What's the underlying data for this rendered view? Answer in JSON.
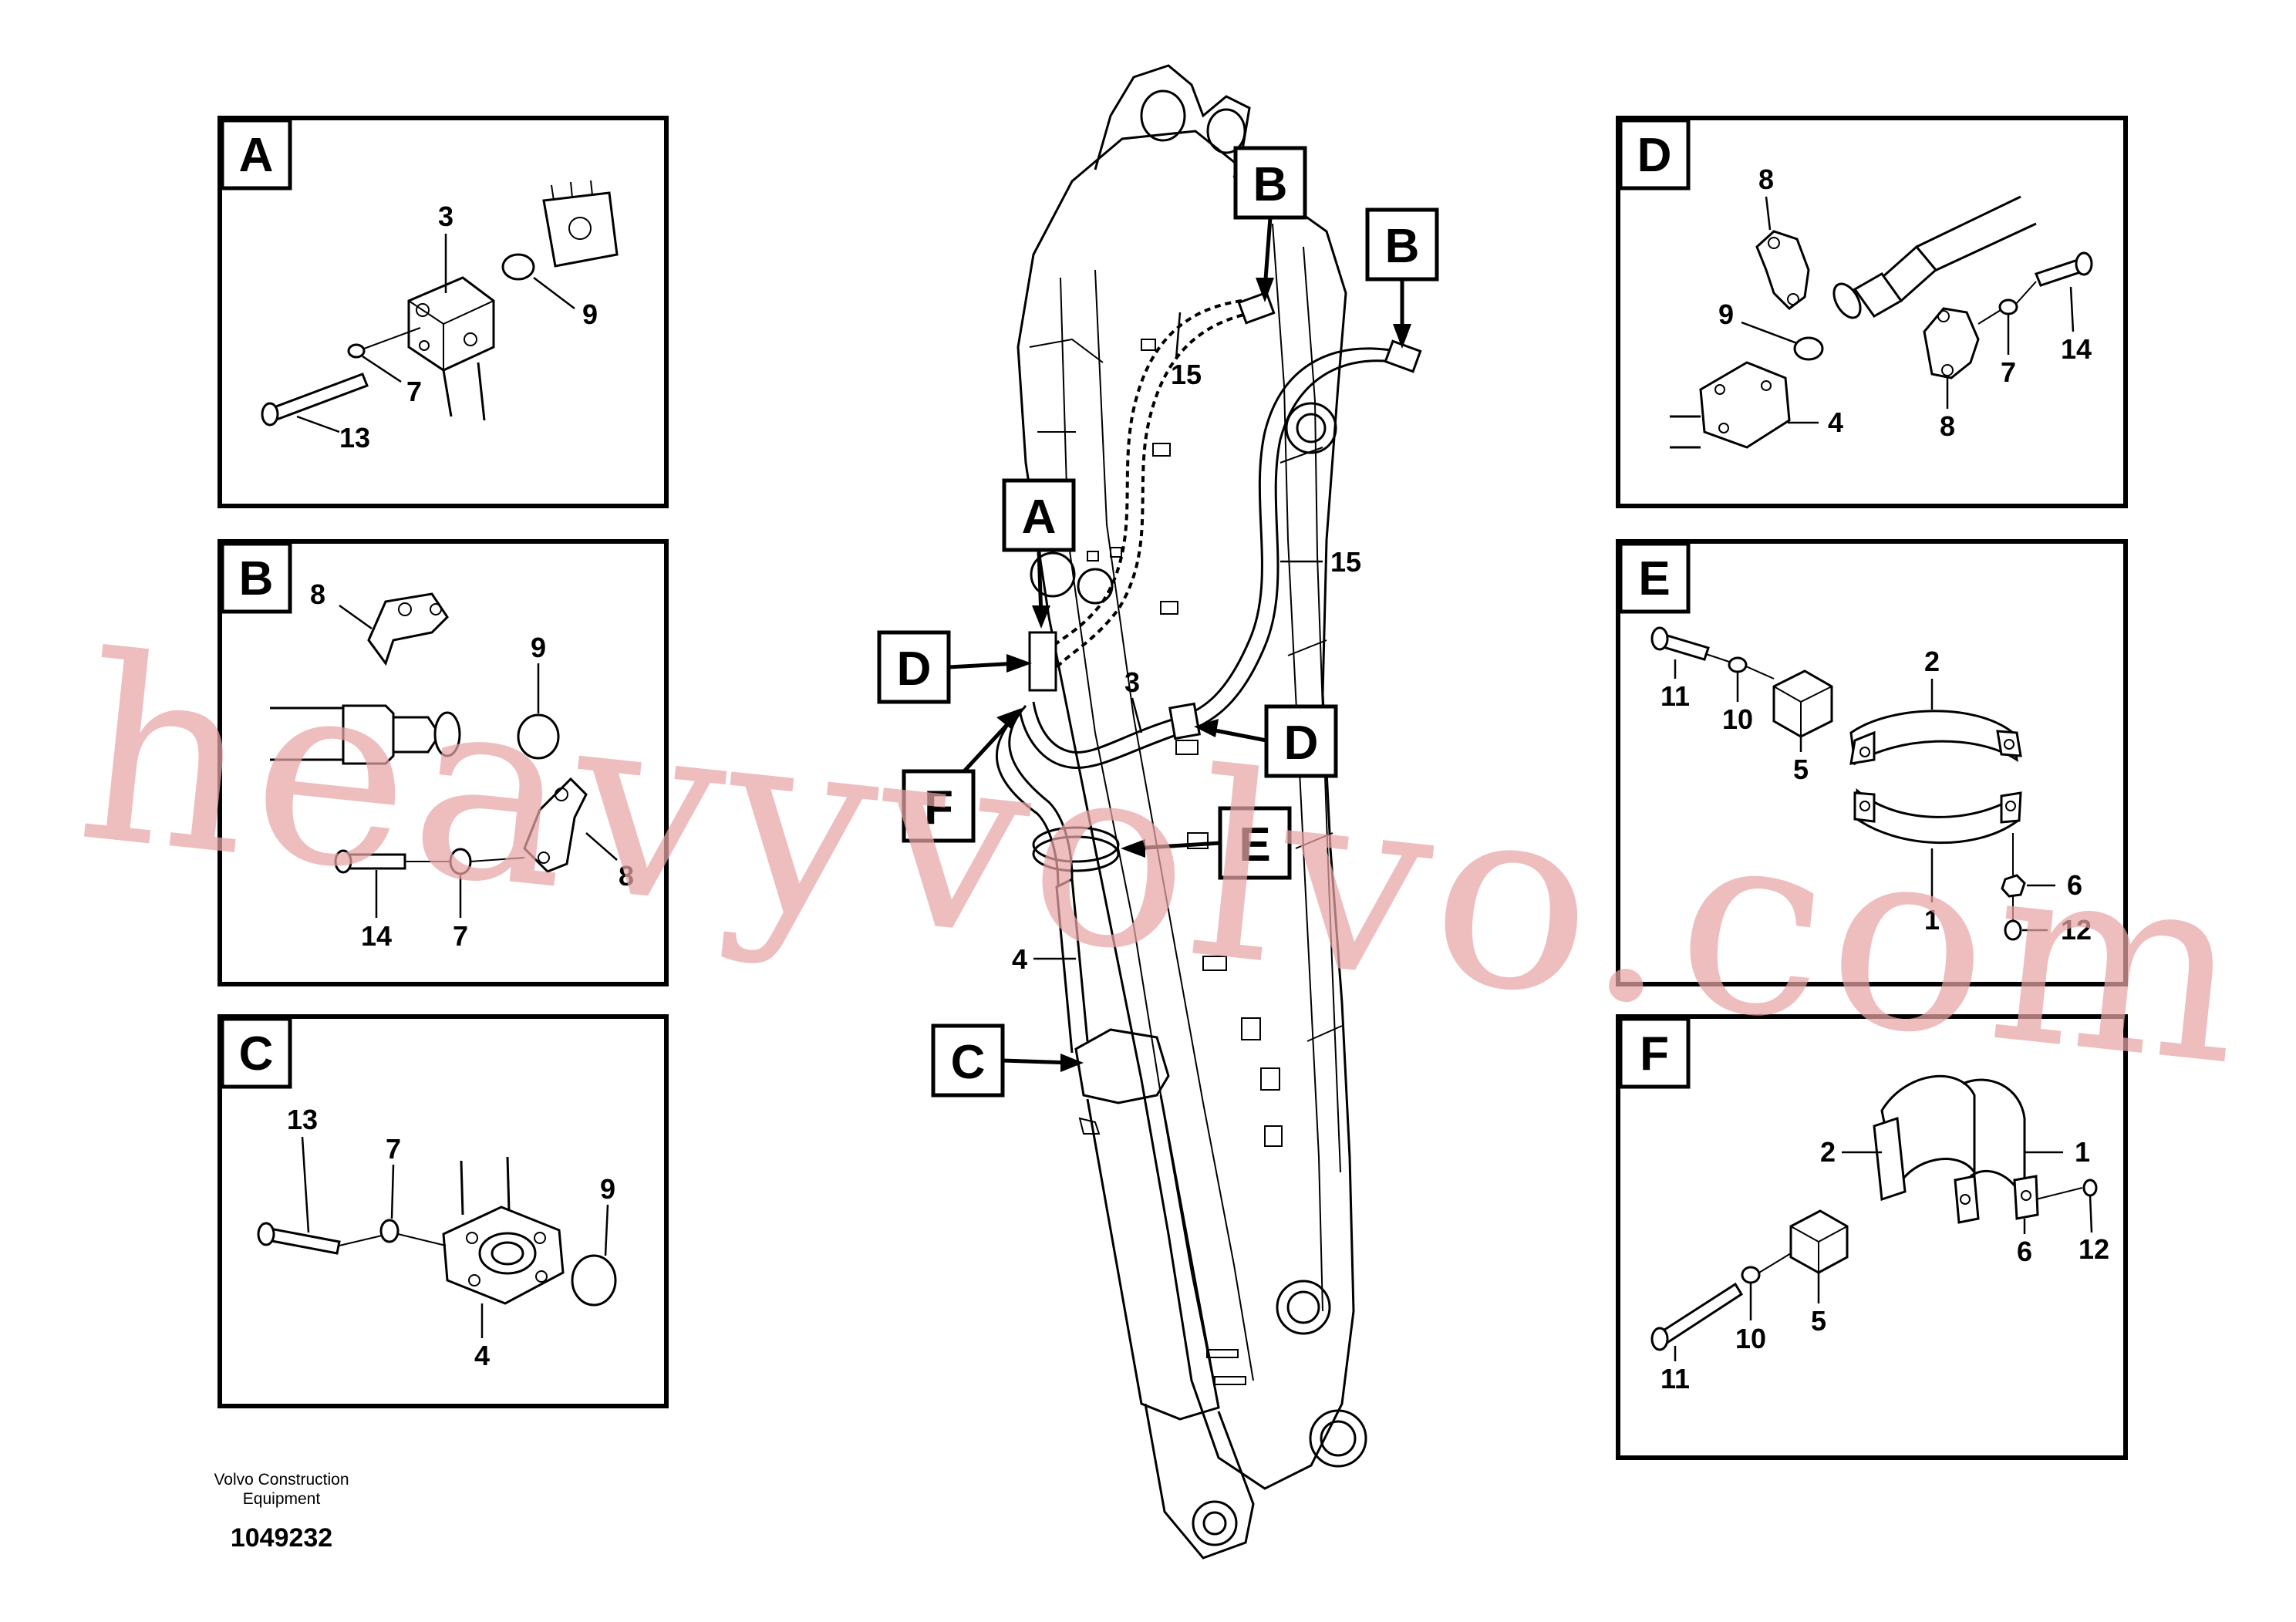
{
  "panels": {
    "A": {
      "label": "A",
      "callouts": [
        "3",
        "9",
        "7",
        "13"
      ]
    },
    "B": {
      "label": "B",
      "callouts": [
        "8",
        "9",
        "8",
        "14",
        "7"
      ]
    },
    "C": {
      "label": "C",
      "callouts": [
        "13",
        "7",
        "9",
        "4"
      ]
    },
    "D": {
      "label": "D",
      "callouts": [
        "8",
        "9",
        "14",
        "7",
        "4",
        "8"
      ]
    },
    "E": {
      "label": "E",
      "callouts": [
        "2",
        "11",
        "10",
        "5",
        "6",
        "1",
        "12"
      ]
    },
    "F": {
      "label": "F",
      "callouts": [
        "2",
        "1",
        "6",
        "12",
        "5",
        "10",
        "11"
      ]
    }
  },
  "main": {
    "tags": [
      "B",
      "B",
      "A",
      "D",
      "F",
      "D",
      "E",
      "C"
    ],
    "callouts": [
      "15",
      "15",
      "3",
      "4"
    ]
  },
  "footer": {
    "company_line1": "Volvo Construction",
    "company_line2": "Equipment",
    "drawing_number": "1049232"
  },
  "watermark": "heavyvolvo.com"
}
